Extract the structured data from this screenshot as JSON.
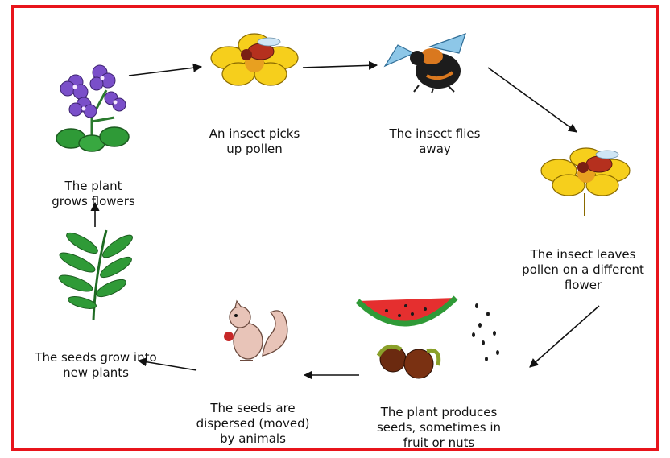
{
  "colors": {
    "frame": "#e8141b",
    "arrow": "#111111",
    "petal_yellow": "#f6cf1c",
    "leaf_green": "#2f9a37",
    "violet": "#7a4fc9",
    "watermelon": "#e52f2f",
    "bee_wing": "#8dc7e8"
  },
  "steps": [
    {
      "lines": [
        "The plant",
        "grows flowers"
      ],
      "icon": "violet-flowers-icon"
    },
    {
      "lines": [
        "An insect picks",
        "up pollen"
      ],
      "icon": "bee-on-flower-icon"
    },
    {
      "lines": [
        "The insect flies",
        "away"
      ],
      "icon": "flying-bee-icon"
    },
    {
      "lines": [
        "The insect leaves",
        "pollen on a different",
        "flower"
      ],
      "icon": "bee-on-flower-icon"
    },
    {
      "lines": [
        "The plant produces",
        "seeds, sometimes in",
        "fruit or nuts"
      ],
      "icon": "fruit-and-seeds-icon"
    },
    {
      "lines": [
        "The seeds are",
        "dispersed (moved)",
        "by animals"
      ],
      "icon": "squirrel-icon"
    },
    {
      "lines": [
        "The seeds grow into",
        "new plants"
      ],
      "icon": "seedling-plant-icon"
    }
  ]
}
